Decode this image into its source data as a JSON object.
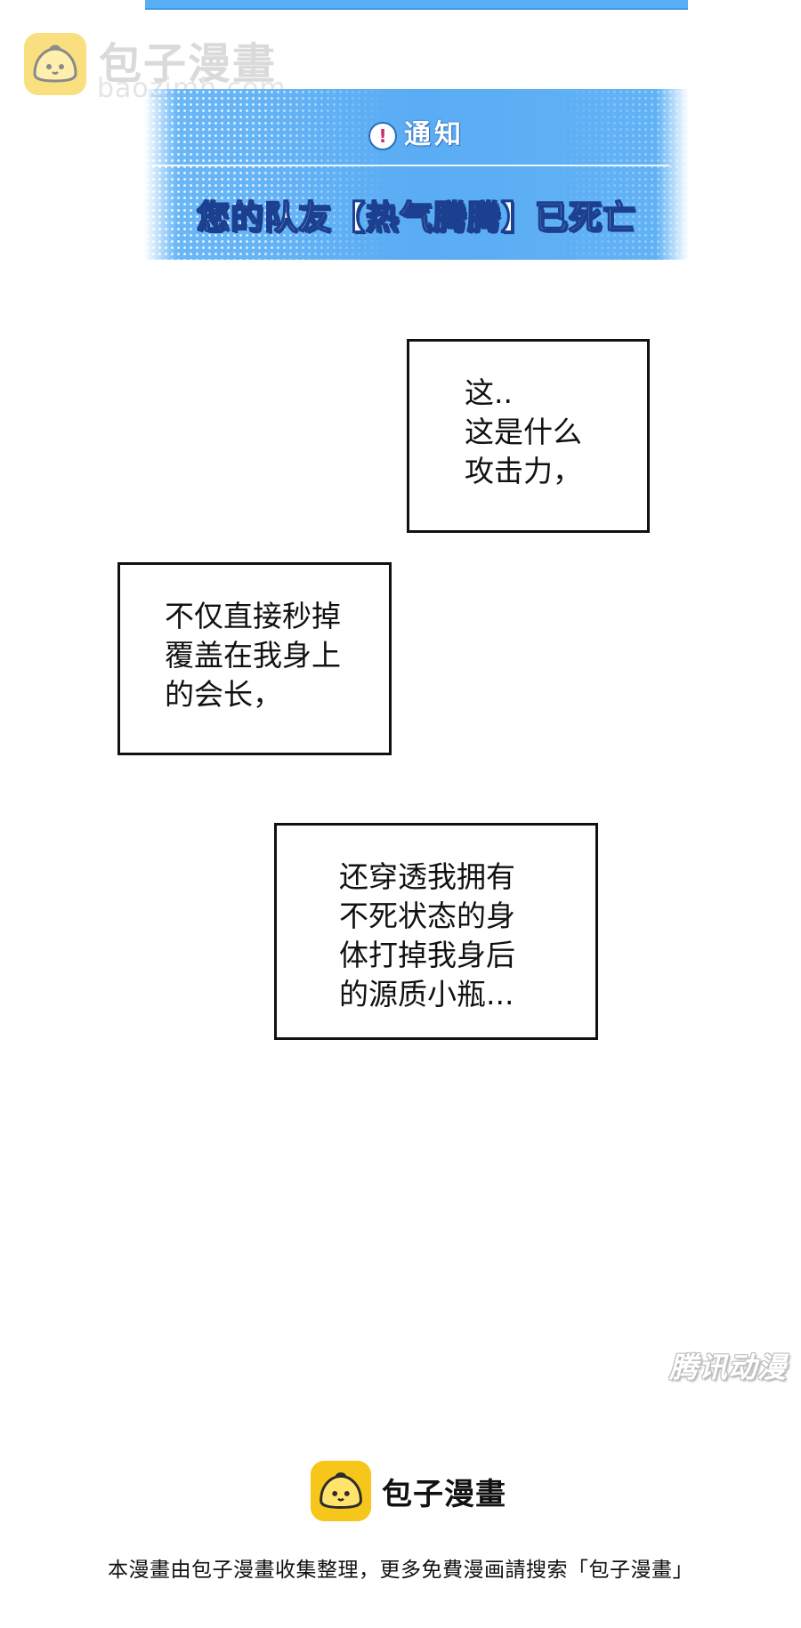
{
  "watermark": {
    "title": "包子漫畫",
    "url": "baozimh.com"
  },
  "notification": {
    "heading": "通知",
    "message": "您的队友【热气腾腾】已死亡",
    "icon": "alert-icon"
  },
  "narration": [
    {
      "text": "这..\n这是什么\n攻击力，"
    },
    {
      "text": "不仅直接秒掉\n覆盖在我身上\n的会长，"
    },
    {
      "text": "还穿透我拥有\n不死状态的身\n体打掉我身后\n的源质小瓶..."
    }
  ],
  "publisher_watermark": "腾讯动漫",
  "footer": {
    "logo_title": "包子漫畫",
    "note": "本漫畫由包子漫畫收集整理，更多免費漫画請搜索「包子漫畫」"
  },
  "colors": {
    "banner_blue": "#5aacf4",
    "logo_yellow": "#f7c61a"
  }
}
